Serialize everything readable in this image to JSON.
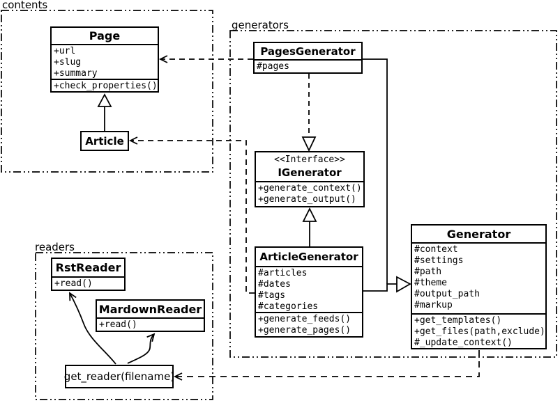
{
  "diagram_type": "uml-class-diagram",
  "colors": {
    "background": "#ffffff",
    "stroke": "#000000",
    "text": "#000000"
  },
  "packages": {
    "contents": {
      "label": "contents"
    },
    "generators": {
      "label": "generators"
    },
    "readers": {
      "label": "readers"
    }
  },
  "classes": {
    "page": {
      "title": "Page",
      "attributes": [
        "+url",
        "+slug",
        "+summary"
      ],
      "methods": [
        "+check_properties()"
      ]
    },
    "article": {
      "title": "Article"
    },
    "pages_generator": {
      "title": "PagesGenerator",
      "attributes": [
        "#pages"
      ]
    },
    "igenerator": {
      "stereotype": "<<Interface>>",
      "title": "IGenerator",
      "methods": [
        "+generate_context()",
        "+generate_output()"
      ]
    },
    "article_generator": {
      "title": "ArticleGenerator",
      "attributes": [
        "#articles",
        "#dates",
        "#tags",
        "#categories"
      ],
      "methods": [
        "+generate_feeds()",
        "+generate_pages()"
      ]
    },
    "generator": {
      "title": "Generator",
      "attributes": [
        "#context",
        "#settings",
        "#path",
        "#theme",
        "#output_path",
        "#markup"
      ],
      "methods": [
        "+get_templates()",
        "+get_files(path,exclude)",
        "#_update_context()"
      ]
    },
    "rst_reader": {
      "title": "RstReader",
      "methods": [
        "+read()"
      ]
    },
    "markdown_reader": {
      "title": "MardownReader",
      "methods": [
        "+read()"
      ]
    },
    "get_reader": {
      "title": "get_reader(filename)"
    }
  },
  "relationships": [
    {
      "from": "Article",
      "to": "Page",
      "type": "inheritance"
    },
    {
      "from": "PagesGenerator",
      "to": "IGenerator",
      "type": "realization"
    },
    {
      "from": "ArticleGenerator",
      "to": "IGenerator",
      "type": "inheritance"
    },
    {
      "from": "PagesGenerator",
      "to": "Generator",
      "type": "inheritance"
    },
    {
      "from": "ArticleGenerator",
      "to": "Generator",
      "type": "inheritance"
    },
    {
      "from": "PagesGenerator",
      "to": "Page",
      "type": "dependency"
    },
    {
      "from": "ArticleGenerator",
      "to": "Article",
      "type": "dependency"
    },
    {
      "from": "Generator",
      "to": "get_reader(filename)",
      "type": "dependency"
    },
    {
      "from": "get_reader(filename)",
      "to": "RstReader",
      "type": "arrow"
    },
    {
      "from": "get_reader(filename)",
      "to": "MardownReader",
      "type": "arrow"
    }
  ]
}
